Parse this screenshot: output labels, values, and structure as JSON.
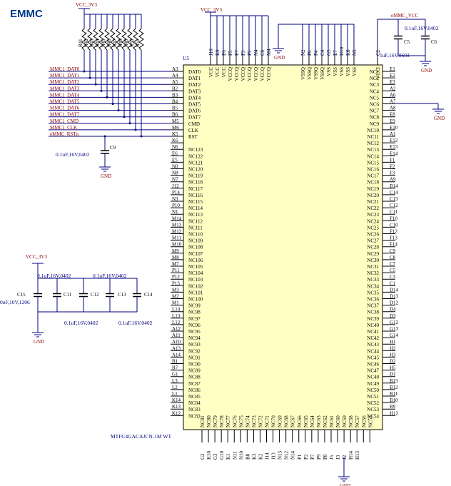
{
  "title": "EMMC",
  "ic": {
    "ref": "U5",
    "part": "MTFC4GACAJCN-1M WT",
    "body_color": "#ffffc4",
    "left_pins": [
      {
        "pin": "A3",
        "sig": "DAT0"
      },
      {
        "pin": "A4",
        "sig": "DAT1"
      },
      {
        "pin": "A5",
        "sig": "DAT2"
      },
      {
        "pin": "B2",
        "sig": "DAT3"
      },
      {
        "pin": "B3",
        "sig": "DAT4"
      },
      {
        "pin": "B4",
        "sig": "DAT5"
      },
      {
        "pin": "B5",
        "sig": "DAT6"
      },
      {
        "pin": "B6",
        "sig": "DAT7"
      },
      {
        "pin": "M5",
        "sig": "CMD"
      },
      {
        "pin": "M6",
        "sig": "CLK"
      },
      {
        "pin": "K5",
        "sig": "RST"
      },
      {
        "pin": "K6",
        "sig": ""
      },
      {
        "pin": "N6",
        "sig": "NC123"
      },
      {
        "pin": "E6",
        "sig": "NC122"
      },
      {
        "pin": "E5",
        "sig": "NC121"
      },
      {
        "pin": "N0",
        "sig": "NC120"
      },
      {
        "pin": "N8",
        "sig": "NC119"
      },
      {
        "pin": "N7",
        "sig": "NC118"
      },
      {
        "pin": "J12",
        "sig": "NC117"
      },
      {
        "pin": "P14",
        "sig": "NC116"
      },
      {
        "pin": "N3",
        "sig": "NC115"
      },
      {
        "pin": "P10",
        "sig": "NC114"
      },
      {
        "pin": "N1",
        "sig": "NC113"
      },
      {
        "pin": "M14",
        "sig": "NC112"
      },
      {
        "pin": "M13",
        "sig": "NC111"
      },
      {
        "pin": "M12",
        "sig": "NC110"
      },
      {
        "pin": "M11",
        "sig": "NC109"
      },
      {
        "pin": "M10",
        "sig": "NC108"
      },
      {
        "pin": "M9",
        "sig": "NC107"
      },
      {
        "pin": "M8",
        "sig": "NC106"
      },
      {
        "pin": "M7",
        "sig": "NC105"
      },
      {
        "pin": "P11",
        "sig": "NC104"
      },
      {
        "pin": "P12",
        "sig": "NC103"
      },
      {
        "pin": "P13",
        "sig": "NC102"
      },
      {
        "pin": "M3",
        "sig": "NC101"
      },
      {
        "pin": "M2",
        "sig": "NC100"
      },
      {
        "pin": "M1",
        "sig": "NC99"
      },
      {
        "pin": "L14",
        "sig": "NC98"
      },
      {
        "pin": "L13",
        "sig": "NC97"
      },
      {
        "pin": "L12",
        "sig": "NC96"
      },
      {
        "pin": "A12",
        "sig": "NC95"
      },
      {
        "pin": "A11",
        "sig": "NC94"
      },
      {
        "pin": "A10",
        "sig": "NC93"
      },
      {
        "pin": "A13",
        "sig": "NC92"
      },
      {
        "pin": "A14",
        "sig": "NC91"
      },
      {
        "pin": "B1",
        "sig": "NC90"
      },
      {
        "pin": "B7",
        "sig": "NC89"
      },
      {
        "pin": "G1",
        "sig": "NC88"
      },
      {
        "pin": "L3",
        "sig": "NC87"
      },
      {
        "pin": "L2",
        "sig": "NC86"
      },
      {
        "pin": "L1",
        "sig": "NC85"
      },
      {
        "pin": "K14",
        "sig": "NC84"
      },
      {
        "pin": "K13",
        "sig": "NC83"
      },
      {
        "pin": "K12",
        "sig": "NC82"
      }
    ],
    "right_pins": [
      {
        "pin": "E1",
        "sig": "NC1"
      },
      {
        "pin": "E2",
        "sig": "NC2"
      },
      {
        "pin": "E3",
        "sig": "NC3"
      },
      {
        "pin": "A2",
        "sig": "NC4"
      },
      {
        "pin": "A6",
        "sig": "NC5"
      },
      {
        "pin": "A7",
        "sig": "NC6"
      },
      {
        "pin": "A8",
        "sig": "NC7"
      },
      {
        "pin": "E8",
        "sig": "NC8"
      },
      {
        "pin": "E9",
        "sig": "NC9"
      },
      {
        "pin": "E10",
        "sig": "NC10"
      },
      {
        "pin": "A1",
        "sig": "NC11"
      },
      {
        "pin": "E12",
        "sig": "NC12"
      },
      {
        "pin": "E13",
        "sig": "NC13"
      },
      {
        "pin": "E14",
        "sig": "NC14"
      },
      {
        "pin": "F1",
        "sig": "NC15"
      },
      {
        "pin": "F2",
        "sig": "NC16"
      },
      {
        "pin": "F3",
        "sig": "NC17"
      },
      {
        "pin": "A9",
        "sig": "NC18"
      },
      {
        "pin": "B14",
        "sig": "NC19"
      },
      {
        "pin": "C14",
        "sig": "NC20"
      },
      {
        "pin": "C13",
        "sig": "NC21"
      },
      {
        "pin": "C12",
        "sig": "NC22"
      },
      {
        "pin": "C11",
        "sig": "NC23"
      },
      {
        "pin": "F10",
        "sig": "NC24"
      },
      {
        "pin": "C10",
        "sig": "NC25"
      },
      {
        "pin": "F12",
        "sig": "NC26"
      },
      {
        "pin": "F13",
        "sig": "NC27"
      },
      {
        "pin": "F14",
        "sig": "NC28"
      },
      {
        "pin": "C9",
        "sig": "NC29"
      },
      {
        "pin": "C8",
        "sig": "NC30"
      },
      {
        "pin": "C7",
        "sig": "NC31"
      },
      {
        "pin": "C5",
        "sig": "NC32"
      },
      {
        "pin": "C3",
        "sig": "NC33"
      },
      {
        "pin": "C1",
        "sig": "NC34"
      },
      {
        "pin": "D14",
        "sig": "NC35"
      },
      {
        "pin": "D13",
        "sig": "NC36"
      },
      {
        "pin": "D12",
        "sig": "NC37"
      },
      {
        "pin": "D4",
        "sig": "NC38"
      },
      {
        "pin": "D3",
        "sig": "NC39"
      },
      {
        "pin": "G12",
        "sig": "NC40"
      },
      {
        "pin": "G13",
        "sig": "NC41"
      },
      {
        "pin": "G14",
        "sig": "NC42"
      },
      {
        "pin": "H1",
        "sig": "NC43"
      },
      {
        "pin": "H2",
        "sig": "NC44"
      },
      {
        "pin": "H3",
        "sig": "NC45"
      },
      {
        "pin": "D2",
        "sig": "NC46"
      },
      {
        "pin": "H5",
        "sig": "NC47"
      },
      {
        "pin": "D1",
        "sig": "NC48"
      },
      {
        "pin": "B13",
        "sig": "NC49"
      },
      {
        "pin": "B12",
        "sig": "NC50"
      },
      {
        "pin": "B11",
        "sig": "NC51"
      },
      {
        "pin": "B10",
        "sig": "NC52"
      },
      {
        "pin": "B9",
        "sig": "NC53"
      },
      {
        "pin": "H12",
        "sig": "NC54"
      }
    ],
    "top_pins": [
      {
        "pin": "J10",
        "sig": "VCC"
      },
      {
        "pin": "K9",
        "sig": "VCC"
      },
      {
        "pin": "E6",
        "sig": "VCC"
      },
      {
        "pin": "F5",
        "sig": "VCCQ"
      },
      {
        "pin": "E7",
        "sig": "VCCQ"
      },
      {
        "pin": "P3",
        "sig": "VCCQ"
      },
      {
        "pin": "P5",
        "sig": "VCCQ"
      },
      {
        "pin": "N4",
        "sig": "VCCQ"
      },
      {
        "pin": "C6",
        "sig": "VCCQ"
      },
      {
        "pin": "M4",
        "sig": "VCCQ"
      },
      {
        "pin": "N2",
        "sig": "VSSQ"
      },
      {
        "pin": "P6",
        "sig": "VSSQ"
      },
      {
        "pin": "P4",
        "sig": "VSSQ"
      },
      {
        "pin": "C4",
        "sig": "VSSQ"
      },
      {
        "pin": "G5",
        "sig": "VSS"
      },
      {
        "pin": "E7",
        "sig": "VSS"
      },
      {
        "pin": "H10",
        "sig": "VSS"
      },
      {
        "pin": "K8",
        "sig": "VSS"
      },
      {
        "pin": "N5",
        "sig": "VSS"
      },
      {
        "pin": "C2",
        "sig": "VCCI"
      }
    ],
    "bottom_pins": [
      {
        "pin": "G2",
        "sig": "NC81"
      },
      {
        "pin": "K10",
        "sig": "NC80"
      },
      {
        "pin": "G3",
        "sig": "NC79"
      },
      {
        "pin": "G10",
        "sig": "NC78"
      },
      {
        "pin": "K1",
        "sig": "NC77"
      },
      {
        "pin": "N11",
        "sig": "NC76"
      },
      {
        "pin": "N10",
        "sig": "NC75"
      },
      {
        "pin": "B8",
        "sig": "NC74"
      },
      {
        "pin": "K3",
        "sig": "NC73"
      },
      {
        "pin": "K2",
        "sig": "NC72"
      },
      {
        "pin": "J14",
        "sig": "NC71"
      },
      {
        "pin": "J13",
        "sig": "NC70"
      },
      {
        "pin": "N13",
        "sig": "NC69"
      },
      {
        "pin": "N12",
        "sig": "NC68"
      },
      {
        "pin": "N14",
        "sig": "NC67"
      },
      {
        "pin": "P1",
        "sig": "NC66"
      },
      {
        "pin": "P2",
        "sig": "NC65"
      },
      {
        "pin": "P7",
        "sig": "NC64"
      },
      {
        "pin": "P9",
        "sig": "NC63"
      },
      {
        "pin": "P8",
        "sig": "NC62"
      },
      {
        "pin": "J5",
        "sig": "NC61"
      },
      {
        "pin": "J3",
        "sig": "NC60"
      },
      {
        "pin": "J2",
        "sig": "NC59"
      },
      {
        "pin": "H14",
        "sig": "NC58"
      },
      {
        "pin": "H13",
        "sig": "NC57"
      },
      {
        "pin": "",
        "sig": "NC56"
      },
      {
        "pin": "",
        "sig": "NC55"
      }
    ]
  },
  "nets": [
    "MMC1_DAT0",
    "MMC1_DAT1",
    "MMC1_DAT2",
    "MMC1_DAT3",
    "MMC1_DAT4",
    "MMC1_DAT5",
    "MMC1_DAT6",
    "MMC1_DAT7",
    "MMC1_CMD",
    "MMC1_CLK",
    "eMMC_RSTn"
  ],
  "resistors": [
    "R41",
    "R42",
    "R43",
    "R44",
    "R45",
    "R46",
    "R47",
    "R48",
    "R49",
    "R50",
    "R51"
  ],
  "power": {
    "vcc_top_left": "VCC_3V3",
    "vcc_top_mid": "VCC_3V3",
    "vcc_mid_left": "VCC_3V3",
    "vcc_top_right": "eMMC_VCC"
  },
  "gnd_label": "GND",
  "caps": {
    "c9": {
      "ref": "C9",
      "val": "0.1uF,16V,0402"
    },
    "c15": {
      "ref": "C15",
      "val": "0uF,10V,1206"
    },
    "c11": {
      "ref": "C11"
    },
    "c12": {
      "ref": "C12"
    },
    "c13": {
      "ref": "C13"
    },
    "c14": {
      "ref": "C14"
    },
    "top_vals": [
      "0.1uF,16V,0402",
      "0.1uF,16V,0402"
    ],
    "bottom_vals": [
      "0.1uF,16V,0402",
      "0.1uF,16V,0402"
    ],
    "c5": {
      "ref": "C5"
    },
    "c6": {
      "ref": "C6"
    },
    "c56_val": "0.1uF,16V,0402",
    "c2_val": "1uF,16V,0603"
  },
  "colors": {
    "wire": "#000080",
    "net_label": "#8b0000",
    "title": "#003a8c",
    "ic_border": "#000000"
  }
}
